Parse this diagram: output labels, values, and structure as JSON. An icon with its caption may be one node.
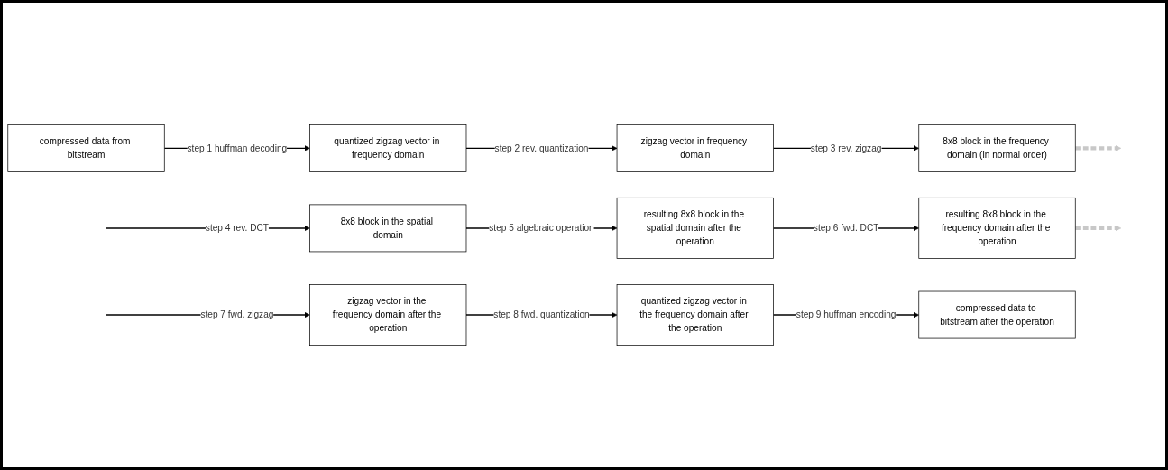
{
  "diagram": {
    "nodes": [
      {
        "text": [
          "compressed data from bitstream"
        ]
      },
      {
        "text": [
          "quantized zigzag vector in frequency domain"
        ]
      },
      {
        "text": [
          "zigzag vector in frequency domain"
        ]
      },
      {
        "text": [
          "8x8 block in the frequency domain (in normal order)"
        ]
      },
      {
        "text": [
          "8x8 block in the spatial domain"
        ]
      },
      {
        "text": [
          "resulting 8x8 block in the spatial domain after the operation"
        ]
      },
      {
        "text": [
          "resulting 8x8 block in the frequency domain after the operation"
        ]
      },
      {
        "text": [
          "zigzag vector in the frequency domain after the operation"
        ]
      },
      {
        "text": [
          "quantized zigzag vector in the frequency domain after the operation"
        ]
      },
      {
        "text": [
          "compressed data to bitstream after the operation"
        ]
      }
    ],
    "edges": [
      {
        "from": 0,
        "to": 1,
        "arrow": "to",
        "label": "step 1 huffman decoding"
      },
      {
        "from": 1,
        "to": 2,
        "arrow": "to",
        "label": "step 2 rev. quantization"
      },
      {
        "from": 2,
        "to": 3,
        "arrow": "to",
        "label": "step 3 rev. zigzag"
      },
      {
        "from": 3,
        "to": null,
        "arrow": "to",
        "style": "dashed",
        "color": "#c8c8c8"
      },
      {
        "from": null,
        "to": 4,
        "arrow": "to",
        "label": "step 4 rev. DCT"
      },
      {
        "from": 4,
        "to": 5,
        "arrow": "to",
        "label": "step 5 algebraic operation"
      },
      {
        "from": 5,
        "to": 6,
        "arrow": "to",
        "label": "step 6 fwd. DCT"
      },
      {
        "from": 6,
        "to": null,
        "arrow": "to",
        "style": "dashed",
        "color": "#c8c8c8"
      },
      {
        "from": null,
        "to": 7,
        "arrow": "to",
        "label": "step 7 fwd. zigzag"
      },
      {
        "from": 7,
        "to": 8,
        "arrow": "to",
        "label": "step 8 fwd. quantization"
      },
      {
        "from": 8,
        "to": 9,
        "arrow": "to",
        "label": "step 9 huffman encoding"
      }
    ]
  }
}
